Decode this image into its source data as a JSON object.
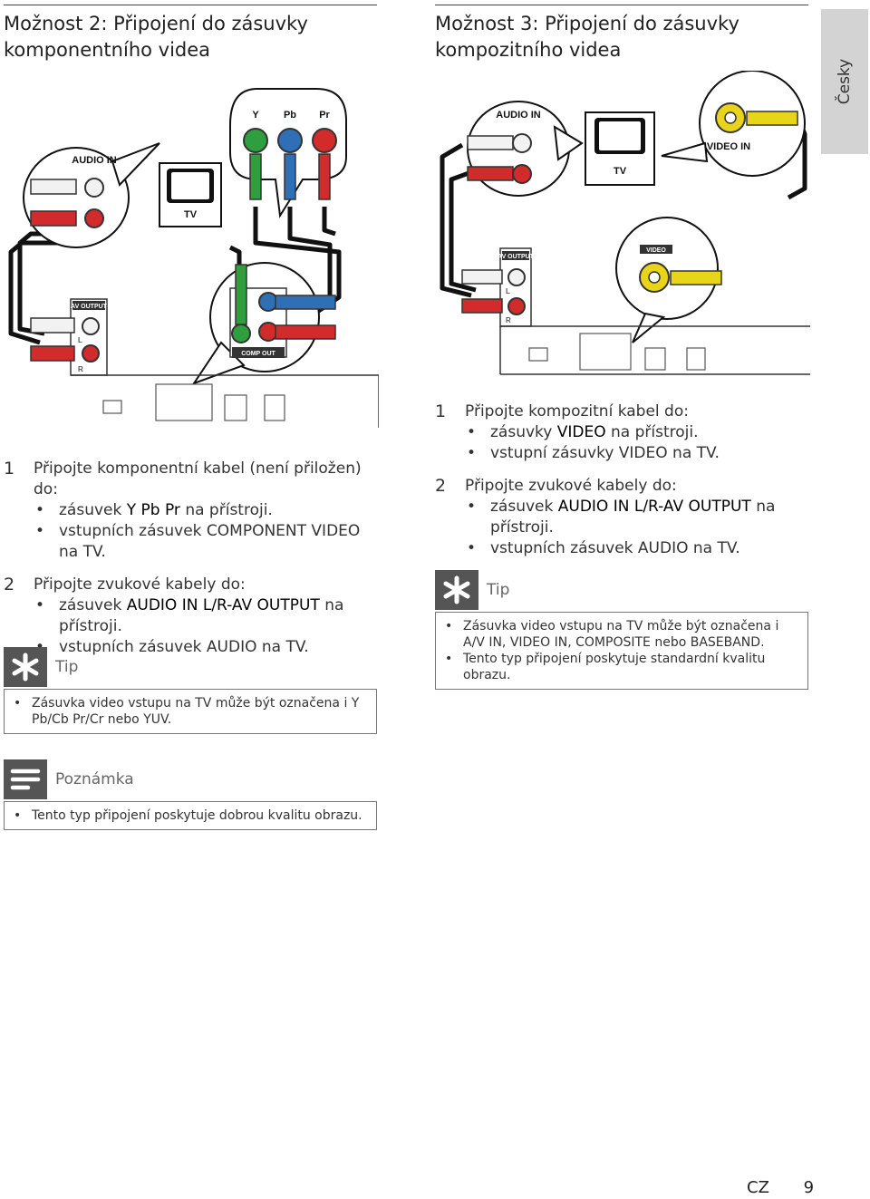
{
  "language_tab": "Česky",
  "left": {
    "title": "Možnost 2: Připojení do zásuvky komponentního videa",
    "diagram": {
      "labels": {
        "y": "Y",
        "pb": "Pb",
        "pr": "Pr",
        "audio_in": "AUDIO IN",
        "tv": "TV",
        "av_output": "AV OUTPUT",
        "comp_out": "COMP OUT",
        "l": "L",
        "r": "R"
      }
    },
    "steps": [
      {
        "num": "1",
        "text": "Připojte komponentní kabel (není přiložen) do:",
        "bullets": [
          {
            "pre": "zásuvek ",
            "em": "Y Pb Pr",
            "post": " na přístroji."
          },
          {
            "pre": "vstupních zásuvek COMPONENT VIDEO na TV.",
            "em": "",
            "post": ""
          }
        ]
      },
      {
        "num": "2",
        "text": "Připojte zvukové kabely do:",
        "bullets": [
          {
            "pre": "zásuvek ",
            "em": "AUDIO IN L/R-AV OUTPUT",
            "post": " na přístroji."
          },
          {
            "pre": "vstupních zásuvek AUDIO na TV.",
            "em": "",
            "post": ""
          }
        ]
      }
    ],
    "tip": {
      "label": "Tip",
      "items": [
        "Zásuvka video vstupu na TV může být označena i Y Pb/Cb Pr/Cr nebo YUV."
      ]
    },
    "note": {
      "label": "Poznámka",
      "items": [
        "Tento typ připojení poskytuje dobrou kvalitu obrazu."
      ]
    }
  },
  "right": {
    "title": "Možnost 3: Připojení do zásuvky kompozitního videa",
    "diagram": {
      "labels": {
        "audio_in": "AUDIO IN",
        "video_in": "VIDEO IN",
        "tv": "TV",
        "av_output": "AV OUTPUT",
        "video": "VIDEO",
        "l": "L",
        "r": "R"
      }
    },
    "steps": [
      {
        "num": "1",
        "text": "Připojte kompozitní kabel do:",
        "bullets": [
          {
            "pre": "zásuvky ",
            "em": "VIDEO",
            "post": " na přístroji."
          },
          {
            "pre": "vstupní zásuvky VIDEO na TV.",
            "em": "",
            "post": ""
          }
        ]
      },
      {
        "num": "2",
        "text": "Připojte zvukové kabely do:",
        "bullets": [
          {
            "pre": "zásuvek ",
            "em": "AUDIO IN L/R-AV OUTPUT",
            "post": " na přístroji."
          },
          {
            "pre": "vstupních zásuvek AUDIO na TV.",
            "em": "",
            "post": ""
          }
        ]
      }
    ],
    "tip": {
      "label": "Tip",
      "items": [
        "Zásuvka video vstupu na TV může být označena i A/V IN, VIDEO IN, COMPOSITE nebo BASEBAND.",
        "Tento typ připojení poskytuje standardní kvalitu obrazu."
      ]
    }
  },
  "footer": {
    "code": "CZ",
    "page": "9"
  },
  "colors": {
    "red": "#d22b2b",
    "green": "#2e9e3e",
    "blue": "#2f6fb6",
    "yellow": "#e8d51a",
    "white": "#f2f2f2",
    "tab_gray": "#d3d3d3",
    "icon_gray": "#555555"
  }
}
